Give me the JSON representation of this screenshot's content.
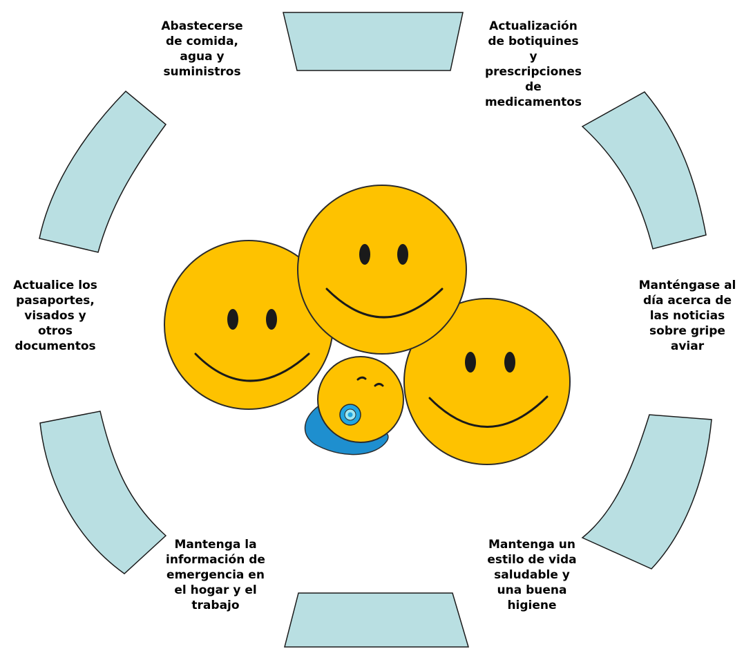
{
  "colors": {
    "segment_fill": "#b9dfe2",
    "segment_stroke": "#1a1a1a",
    "face_fill": "#fec200",
    "face_stroke": "#2b2b2b",
    "feature": "#1a1a1a",
    "blanket": "#1e8fcf",
    "pacifier_outer": "#22a6e0",
    "pacifier_inner": "#9ee7f2"
  },
  "labels": {
    "food": [
      "Abastecerse",
      "de comida,",
      "agua y",
      "suministros"
    ],
    "medkits": [
      "Actualización",
      "de botiquines",
      "y",
      "prescripciones",
      "de",
      "medicamentos"
    ],
    "news": [
      "Manténgase al",
      "día acerca de",
      "las noticias",
      "sobre gripe",
      "aviar"
    ],
    "lifestyle": [
      "Mantenga un",
      "estilo de vida",
      "saludable y",
      "una buena",
      "higiene"
    ],
    "emergency_info": [
      "Mantenga la",
      "información de",
      "emergencia en",
      "el hogar y el",
      "trabajo"
    ],
    "passports": [
      "Actualice los",
      "pasaportes,",
      "visados y",
      "otros",
      "documentos"
    ]
  }
}
